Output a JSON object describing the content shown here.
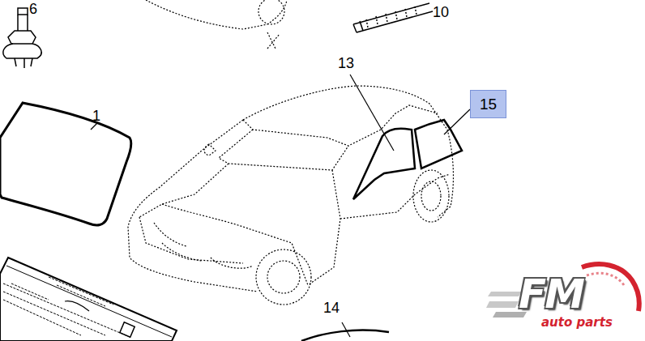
{
  "diagram": {
    "nodes": [
      {
        "text": [
          "15"
        ]
      }
    ],
    "labels": [
      "6",
      "10",
      "1",
      "13",
      "14",
      "FM",
      "auto parts"
    ]
  }
}
